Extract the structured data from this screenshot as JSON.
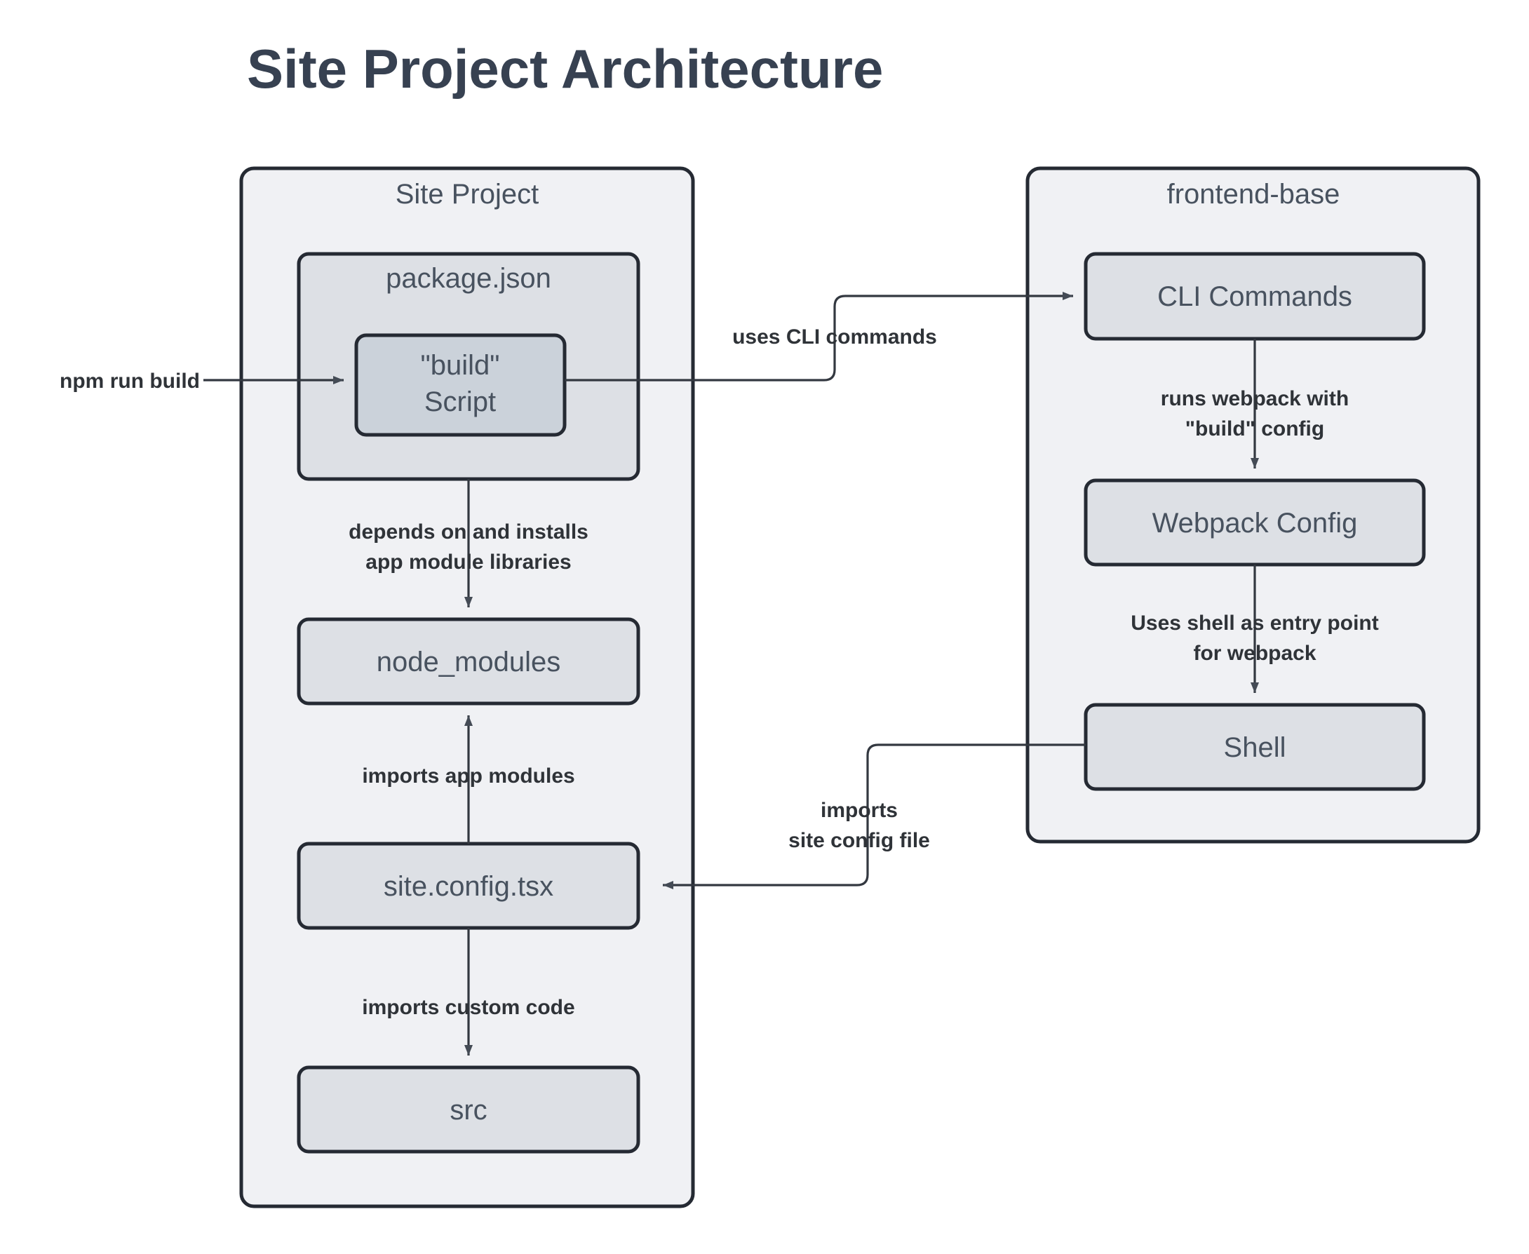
{
  "page": {
    "title": "Site Project Architecture",
    "background_color": "#ffffff"
  },
  "colors": {
    "title_text": "#374151",
    "cluster_fill": "#F0F1F4",
    "node_fill": "#DDE0E5",
    "node_fill_deep": "#CBD2DA",
    "border": "#252A33",
    "edge_stroke": "#333840",
    "edge_label_text": "#2F3338",
    "node_label_text": "#48525F"
  },
  "clusters": [
    {
      "id": "site-project",
      "label": "Site Project"
    },
    {
      "id": "frontend-base",
      "label": "frontend-base"
    }
  ],
  "nodes": [
    {
      "id": "package-json",
      "label": "package.json",
      "cluster": "site-project"
    },
    {
      "id": "build-script",
      "label_line1": "\"build\"",
      "label_line2": "Script",
      "cluster": "site-project"
    },
    {
      "id": "node-modules",
      "label": "node_modules",
      "cluster": "site-project"
    },
    {
      "id": "site-config-tsx",
      "label": "site.config.tsx",
      "cluster": "site-project"
    },
    {
      "id": "src",
      "label": "src",
      "cluster": "site-project"
    },
    {
      "id": "cli-commands",
      "label": "CLI Commands",
      "cluster": "frontend-base"
    },
    {
      "id": "webpack-config",
      "label": "Webpack Config",
      "cluster": "frontend-base"
    },
    {
      "id": "shell",
      "label": "Shell",
      "cluster": "frontend-base"
    }
  ],
  "edges": [
    {
      "id": "npm-run-build",
      "label": "npm run build",
      "from": "external",
      "to": "build-script"
    },
    {
      "id": "uses-cli-commands",
      "label": "uses CLI commands",
      "from": "build-script",
      "to": "cli-commands"
    },
    {
      "id": "runs-webpack",
      "label_line1": "runs webpack with",
      "label_line2": "\"build\" config",
      "from": "cli-commands",
      "to": "webpack-config"
    },
    {
      "id": "uses-shell-entry",
      "label_line1": "Uses shell as entry point",
      "label_line2": "for webpack",
      "from": "webpack-config",
      "to": "shell"
    },
    {
      "id": "imports-site-config",
      "label_line1": "imports",
      "label_line2": "site config file",
      "from": "shell",
      "to": "site-config-tsx"
    },
    {
      "id": "depends-installs",
      "label_line1": "depends on and installs",
      "label_line2": "app module libraries",
      "from": "package-json",
      "to": "node-modules"
    },
    {
      "id": "imports-app-modules",
      "label": "imports app modules",
      "from": "site-config-tsx",
      "to": "node-modules"
    },
    {
      "id": "imports-custom-code",
      "label": "imports custom code",
      "from": "site-config-tsx",
      "to": "src"
    }
  ]
}
